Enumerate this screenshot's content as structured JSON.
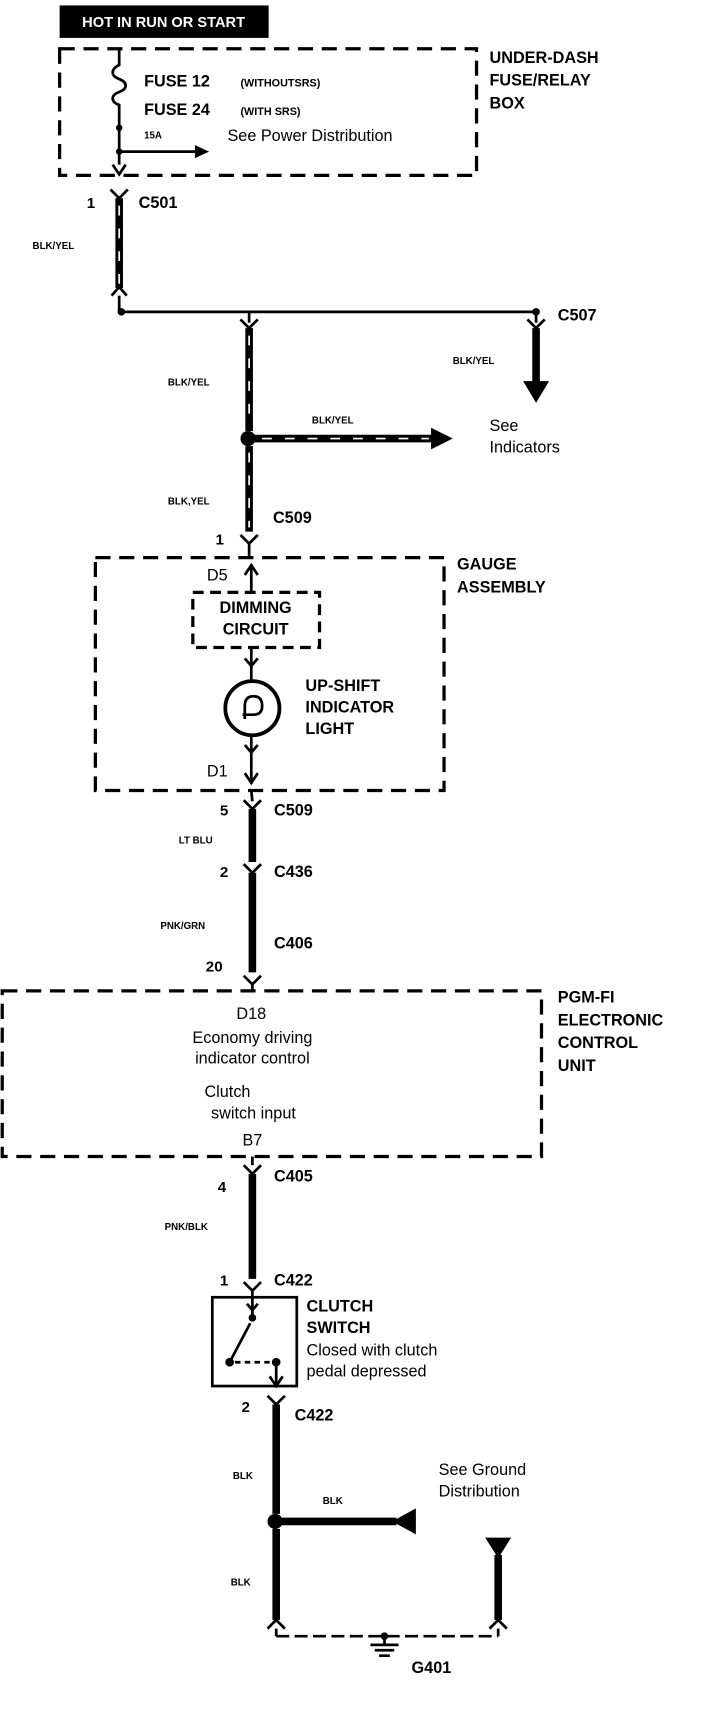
{
  "title_badge": "HOT IN RUN OR START",
  "fuse_box": {
    "name": [
      "UNDER-DASH",
      "FUSE/RELAY",
      "BOX"
    ],
    "fuse_a": {
      "label": "FUSE 12",
      "note": "(WITHOUTSRS)"
    },
    "fuse_b": {
      "label": "FUSE 24",
      "note": "(WITH SRS)"
    },
    "rating": "15A",
    "reference": "See Power Distribution"
  },
  "connectors": {
    "c501": {
      "name": "C501",
      "pin": "1"
    },
    "c507": {
      "name": "C507"
    },
    "c509_top": {
      "name": "C509",
      "pin": "1"
    },
    "c509_bottom": {
      "name": "C509",
      "pin": "5"
    },
    "c436": {
      "name": "C436",
      "pin": "2"
    },
    "c406": {
      "name": "C406",
      "pin": "20"
    },
    "c405": {
      "name": "C405",
      "pin": "4"
    },
    "c422_top": {
      "name": "C422",
      "pin": "1"
    },
    "c422_bottom": {
      "name": "C422",
      "pin": "2"
    }
  },
  "wires": {
    "fuse_to_c501": "BLK/YEL",
    "c507_branch": "BLK/YEL",
    "to_splice": "BLK/YEL",
    "to_indicators": "BLK/YEL",
    "to_gauge": "BLK,YEL",
    "gauge_to_c436": "LT BLU",
    "c436_to_ecu": "PNK/GRN",
    "ecu_to_switch": "PNK/BLK",
    "switch_to_splice": "BLK",
    "ground_branch": "BLK",
    "splice_to_ground": "BLK"
  },
  "references": {
    "indicators": [
      "See",
      "Indicators"
    ],
    "ground": [
      "See Ground",
      "Distribution"
    ]
  },
  "gauge_assembly": {
    "name": [
      "GAUGE",
      "ASSEMBLY"
    ],
    "pin_in": "D5",
    "pin_out": "D1",
    "dimming_circuit": [
      "DIMMING",
      "CIRCUIT"
    ],
    "light": [
      "UP-SHIFT",
      "INDICATOR",
      "LIGHT"
    ]
  },
  "ecu": {
    "name": [
      "PGM-FI",
      "ELECTRONIC",
      "CONTROL",
      "UNIT"
    ],
    "pin_out": "D18",
    "pin_out_function": [
      "Economy driving",
      "indicator control"
    ],
    "pin_in": "B7",
    "pin_in_function": [
      "Clutch",
      "switch input"
    ]
  },
  "clutch_switch": {
    "name": [
      "CLUTCH",
      "SWITCH"
    ],
    "note": [
      "Closed with clutch",
      "pedal depressed"
    ]
  },
  "ground": {
    "name": "G401"
  },
  "colors": {
    "ink": "#000000",
    "paper": "#ffffff",
    "badge_text": "#ffffff"
  }
}
